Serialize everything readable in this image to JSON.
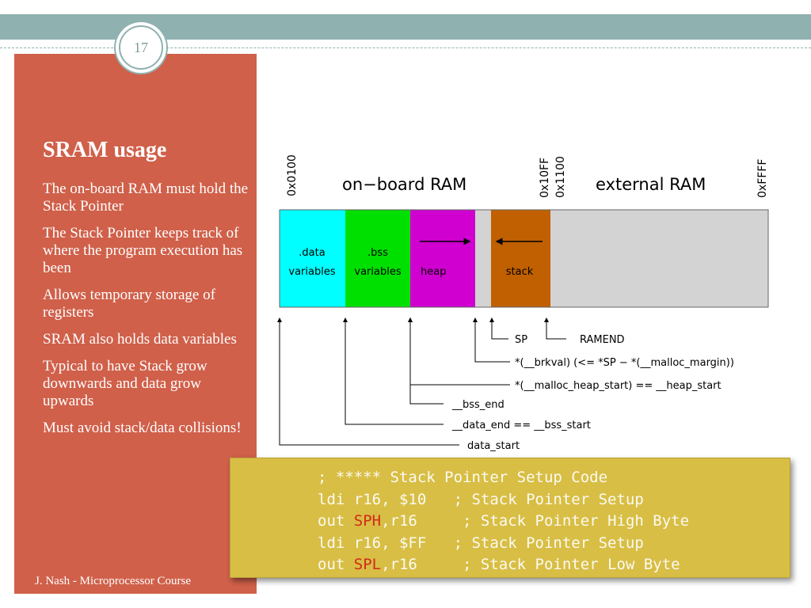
{
  "slide": {
    "page_number": "17",
    "title": "SRAM usage",
    "bullets": [
      "The on-board RAM must hold the Stack Pointer",
      "The Stack Pointer keeps track of where the program execution has been",
      "Allows temporary storage of registers",
      "SRAM also holds data variables",
      "Typical to have Stack grow downwards and data grow upwards",
      "Must avoid stack/data collisions!"
    ],
    "footer": "J. Nash - Microprocessor Course"
  },
  "diagram": {
    "addresses": {
      "start": "0x0100",
      "onboard_end": "0x10FF",
      "external_start": "0x1100",
      "end": "0xFFFF"
    },
    "region_labels": {
      "onboard": "on−board RAM",
      "external": "external RAM"
    },
    "segments": {
      "data": {
        "line1": ".data",
        "line2": "variables",
        "color": "#00ffff"
      },
      "bss": {
        "line1": ".bss",
        "line2": "variables",
        "color": "#00e000"
      },
      "heap": {
        "label": "heap",
        "color": "#d000d0"
      },
      "stack": {
        "label": "stack",
        "color": "#c06000"
      },
      "free_color": "#d3d3d3"
    },
    "pointer_labels": {
      "sp": "SP",
      "ramend": "RAMEND",
      "brkval": "*(__brkval) (<= *SP − *(__malloc_margin))",
      "heap_start": "*(__malloc_heap_start) == __heap_start",
      "bss_end": "__bss_end",
      "data_end": "__data_end == __bss_start",
      "data_start": "data_start"
    }
  },
  "code": {
    "line1": "; ***** Stack Pointer Setup Code",
    "line2": "ldi r16, $10   ; Stack Pointer Setup",
    "line3": {
      "prefix": "out ",
      "reg": "SPH",
      "rest": ",r16     ; Stack Pointer High Byte"
    },
    "line4": "ldi r16, $FF   ; Stack Pointer Setup",
    "line5": {
      "prefix": "out ",
      "reg": "SPL",
      "rest": ",r16     ; Stack Pointer Low Byte"
    }
  }
}
